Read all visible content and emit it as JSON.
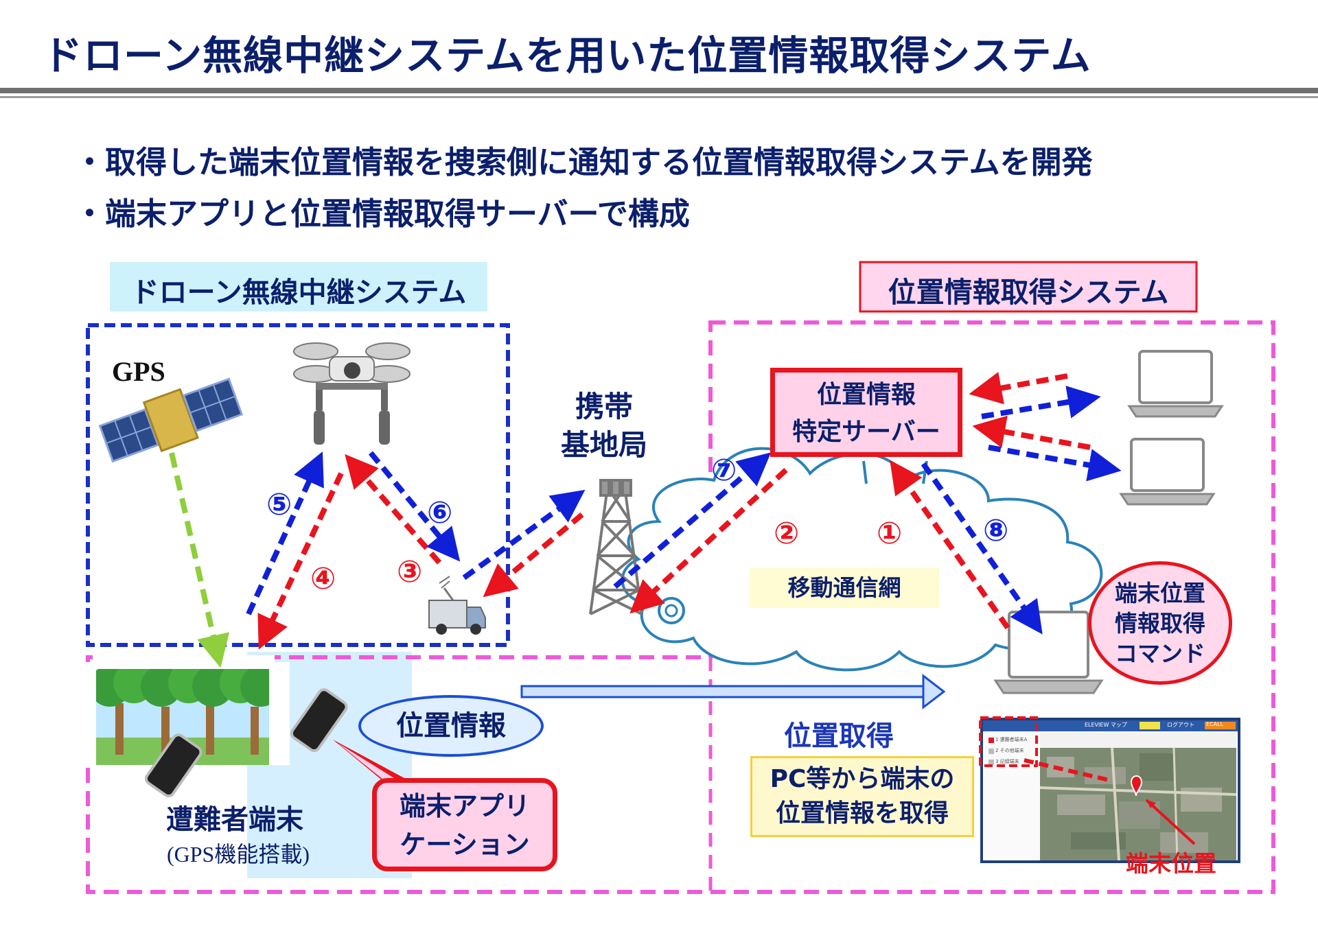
{
  "title": "ドローン無線中継システムを用いた位置情報取得システム",
  "bullets": [
    "・取得した端末位置情報を捜索側に通知する位置情報取得システムを開発",
    "・端末アプリと位置情報取得サーバーで構成"
  ],
  "sections": {
    "drone_system": "ドローン無線中継システム",
    "location_system": "位置情報取得システム"
  },
  "nodes": {
    "gps": "GPS",
    "base_station": "携帯\n基地局",
    "server": "位置情報\n特定サーバー",
    "mobile_network": "移動通信網",
    "command": "端末位置\n情報取得\nコマンド",
    "location_info": "位置情報",
    "acquire": "位置取得",
    "pc_acquire": "PC等から端末の\n位置情報を取得",
    "victim_terminal": "遭難者端末",
    "victim_sub": "(GPS機能搭載)",
    "app": "端末アプリ\nケーション",
    "terminal_position": "端末位置"
  },
  "steps": [
    "①",
    "②",
    "③",
    "④",
    "⑤",
    "⑥",
    "⑦",
    "⑧"
  ],
  "map_screen": {
    "header_items": [
      "ELEVIEW マップ",
      "ログアウト",
      "ECALL"
    ],
    "list_items": [
      "1 遭難者端末A",
      "2 その他端末",
      "3 記録端末"
    ]
  },
  "colors": {
    "title": "#0b1f6b",
    "blue_arrow": "#1020d8",
    "red_arrow": "#e8141e",
    "green_arrow": "#8fce3c",
    "pink_border": "#ee5ad8",
    "blue_border": "#1a2fc8"
  }
}
